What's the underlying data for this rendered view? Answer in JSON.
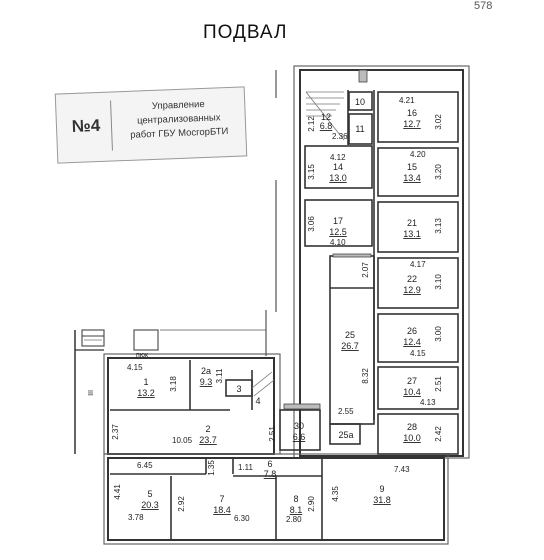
{
  "page_number": "578",
  "title": "ПОДВАЛ",
  "stamp": {
    "number": "№4",
    "lines": [
      "Управление",
      "централизованных",
      "работ ГБУ МосгорБТИ"
    ]
  },
  "rooms": [
    {
      "no": "1",
      "area": "13.2"
    },
    {
      "no": "2a",
      "area": "9.3"
    },
    {
      "no": "2",
      "area": "23.7"
    },
    {
      "no": "3",
      "area": ""
    },
    {
      "no": "4",
      "area": ""
    },
    {
      "no": "5",
      "area": "20.3"
    },
    {
      "no": "6",
      "area": "7.8"
    },
    {
      "no": "7",
      "area": "18.4"
    },
    {
      "no": "8",
      "area": "8.1"
    },
    {
      "no": "9",
      "area": "31.8"
    },
    {
      "no": "10",
      "area": ""
    },
    {
      "no": "11",
      "area": ""
    },
    {
      "no": "12",
      "area": "6.8"
    },
    {
      "no": "14",
      "area": "13.0"
    },
    {
      "no": "15",
      "area": "13.4"
    },
    {
      "no": "16",
      "area": "12.7"
    },
    {
      "no": "17",
      "area": "12.5"
    },
    {
      "no": "21",
      "area": "13.1"
    },
    {
      "no": "22",
      "area": "12.9"
    },
    {
      "no": "25",
      "area": "26.7"
    },
    {
      "no": "25a",
      "area": ""
    },
    {
      "no": "26",
      "area": "12.4"
    },
    {
      "no": "27",
      "area": "10.4"
    },
    {
      "no": "28",
      "area": "10.0"
    },
    {
      "no": "30",
      "area": "6.6"
    }
  ],
  "dimensions": [
    "4.21",
    "3.02",
    "4.12",
    "4.20",
    "3.15",
    "3.20",
    "3.06",
    "3.13",
    "4.10",
    "2.07",
    "4.17",
    "3.10",
    "3.00",
    "4.15",
    "8.32",
    "2.51",
    "4.13",
    "2.42",
    "2.55",
    "2.51",
    "2.12",
    "2.36",
    "4.15",
    "3.18",
    "3.11",
    "2.37",
    "10.05",
    "6.45",
    "1.35",
    "1.11",
    "7.43",
    "4.41",
    "2.92",
    "2.90",
    "4.35",
    "3.78",
    "6.30",
    "2.80"
  ],
  "marks": {
    "pyuk": "пюк",
    "stair": "III"
  }
}
